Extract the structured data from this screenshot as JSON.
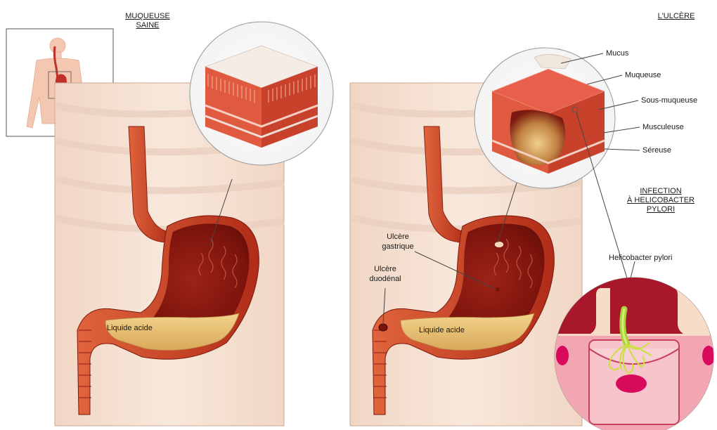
{
  "headers": {
    "healthy_line1": "MUQUEUSE",
    "healthy_line2": "SAINE",
    "ulcer": "L'ULCÈRE",
    "infection_line1": "INFECTION",
    "infection_line2": "À HELICOBACTER",
    "infection_line3": "PYLORI"
  },
  "layers": {
    "mucus": "Mucus",
    "muqueuse": "Muqueuse",
    "sous_muqueuse": "Sous-muqueuse",
    "musculeuse": "Musculeuse",
    "sereuse": "Séreuse"
  },
  "labels": {
    "liquide_acide_left": "Liquide acide",
    "liquide_acide_right": "Liquide acide",
    "ulcere_gastrique_1": "Ulcère",
    "ulcere_gastrique_2": "gastrique",
    "ulcere_duodenal_1": "Ulcère",
    "ulcere_duodenal_2": "duodénal",
    "helicobacter": "Helicobacter pylori"
  },
  "colors": {
    "stomach_outer": "#b8321e",
    "stomach_inner": "#8e1c12",
    "acid": "#e8c274",
    "background_panel": "#f6e3d6",
    "mucosa_pink": "#e85a4a",
    "bacterium": "#a8d23c"
  }
}
